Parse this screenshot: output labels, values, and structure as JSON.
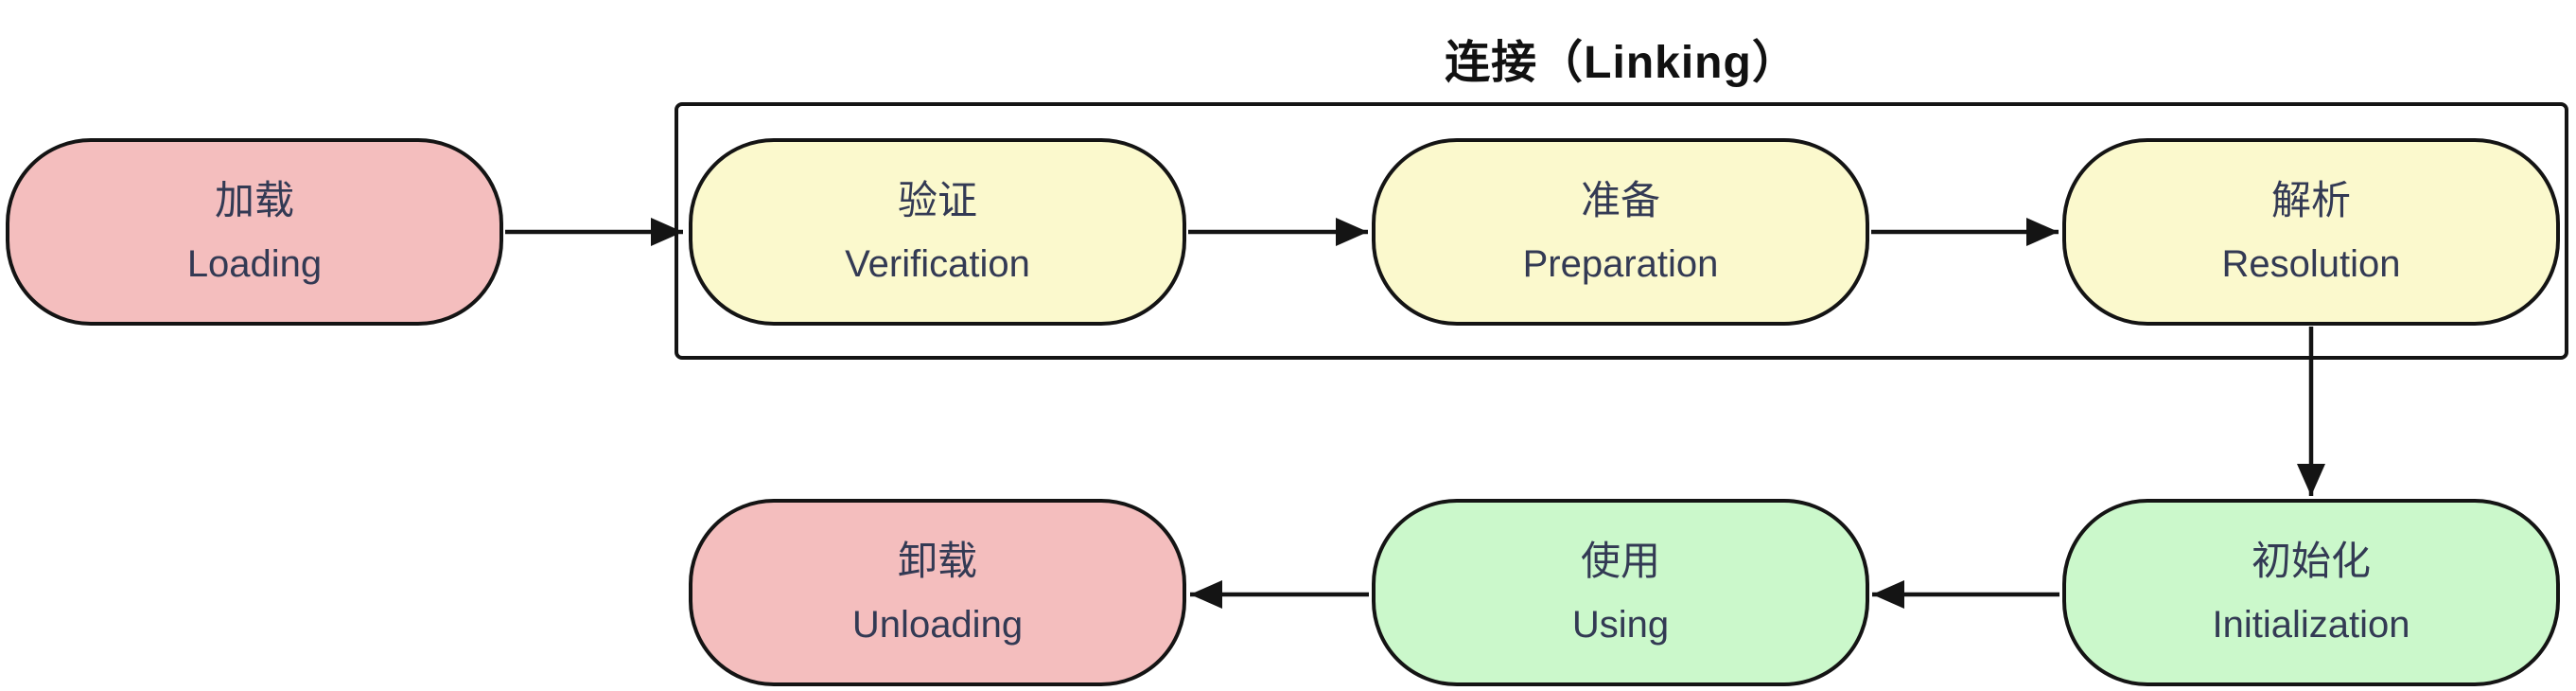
{
  "diagram": {
    "group": {
      "title": "连接（Linking）",
      "members": [
        "verification",
        "preparation",
        "resolution"
      ]
    },
    "colors": {
      "pink": "#F4BEBE",
      "yellow": "#FBF9CD",
      "green": "#CBF8CB",
      "line": "#141414",
      "text": "#333A54",
      "background": "#FFFFFF"
    },
    "nodes": [
      {
        "id": "loading",
        "zh": "加载",
        "en": "Loading",
        "color": "pink"
      },
      {
        "id": "verification",
        "zh": "验证",
        "en": "Verification",
        "color": "yellow"
      },
      {
        "id": "preparation",
        "zh": "准备",
        "en": "Preparation",
        "color": "yellow"
      },
      {
        "id": "resolution",
        "zh": "解析",
        "en": "Resolution",
        "color": "yellow"
      },
      {
        "id": "initialization",
        "zh": "初始化",
        "en": "Initialization",
        "color": "green"
      },
      {
        "id": "using",
        "zh": "使用",
        "en": "Using",
        "color": "green"
      },
      {
        "id": "unloading",
        "zh": "卸载",
        "en": "Unloading",
        "color": "pink"
      }
    ],
    "edges": [
      {
        "from": "loading",
        "to": "verification"
      },
      {
        "from": "verification",
        "to": "preparation"
      },
      {
        "from": "preparation",
        "to": "resolution"
      },
      {
        "from": "resolution",
        "to": "initialization"
      },
      {
        "from": "initialization",
        "to": "using"
      },
      {
        "from": "using",
        "to": "unloading"
      }
    ]
  }
}
